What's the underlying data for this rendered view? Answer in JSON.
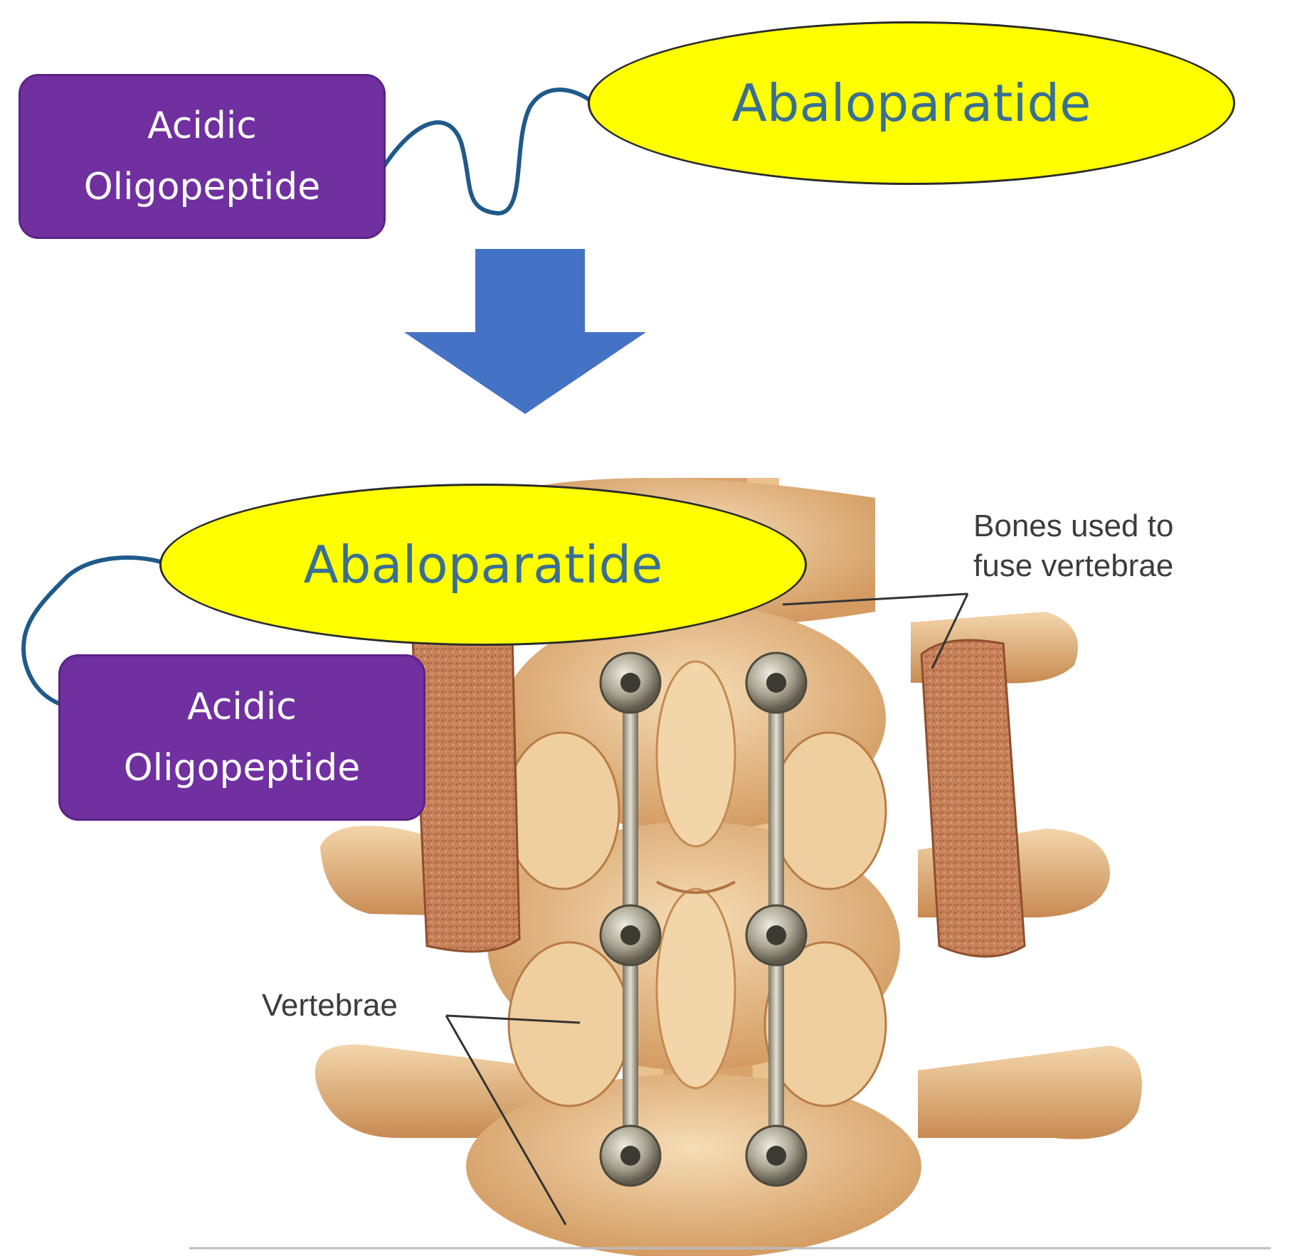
{
  "top": {
    "box_line1": "Acidic",
    "box_line2": "Oligopeptide",
    "ellipse_label": "Abaloparatide"
  },
  "bottom": {
    "box_line1": "Acidic",
    "box_line2": "Oligopeptide",
    "ellipse_label": "Abaloparatide"
  },
  "illustration": {
    "label_bones_line1": "Bones used to",
    "label_bones_line2": "fuse vertebrae",
    "label_vertebrae": "Vertebrae"
  },
  "colors": {
    "box_fill": "#7030a0",
    "ellipse_fill": "#ffff00",
    "ellipse_text": "#3a6f94",
    "linker": "#1f5a8a",
    "arrow": "#4472c4",
    "bone": "#e2b985"
  }
}
